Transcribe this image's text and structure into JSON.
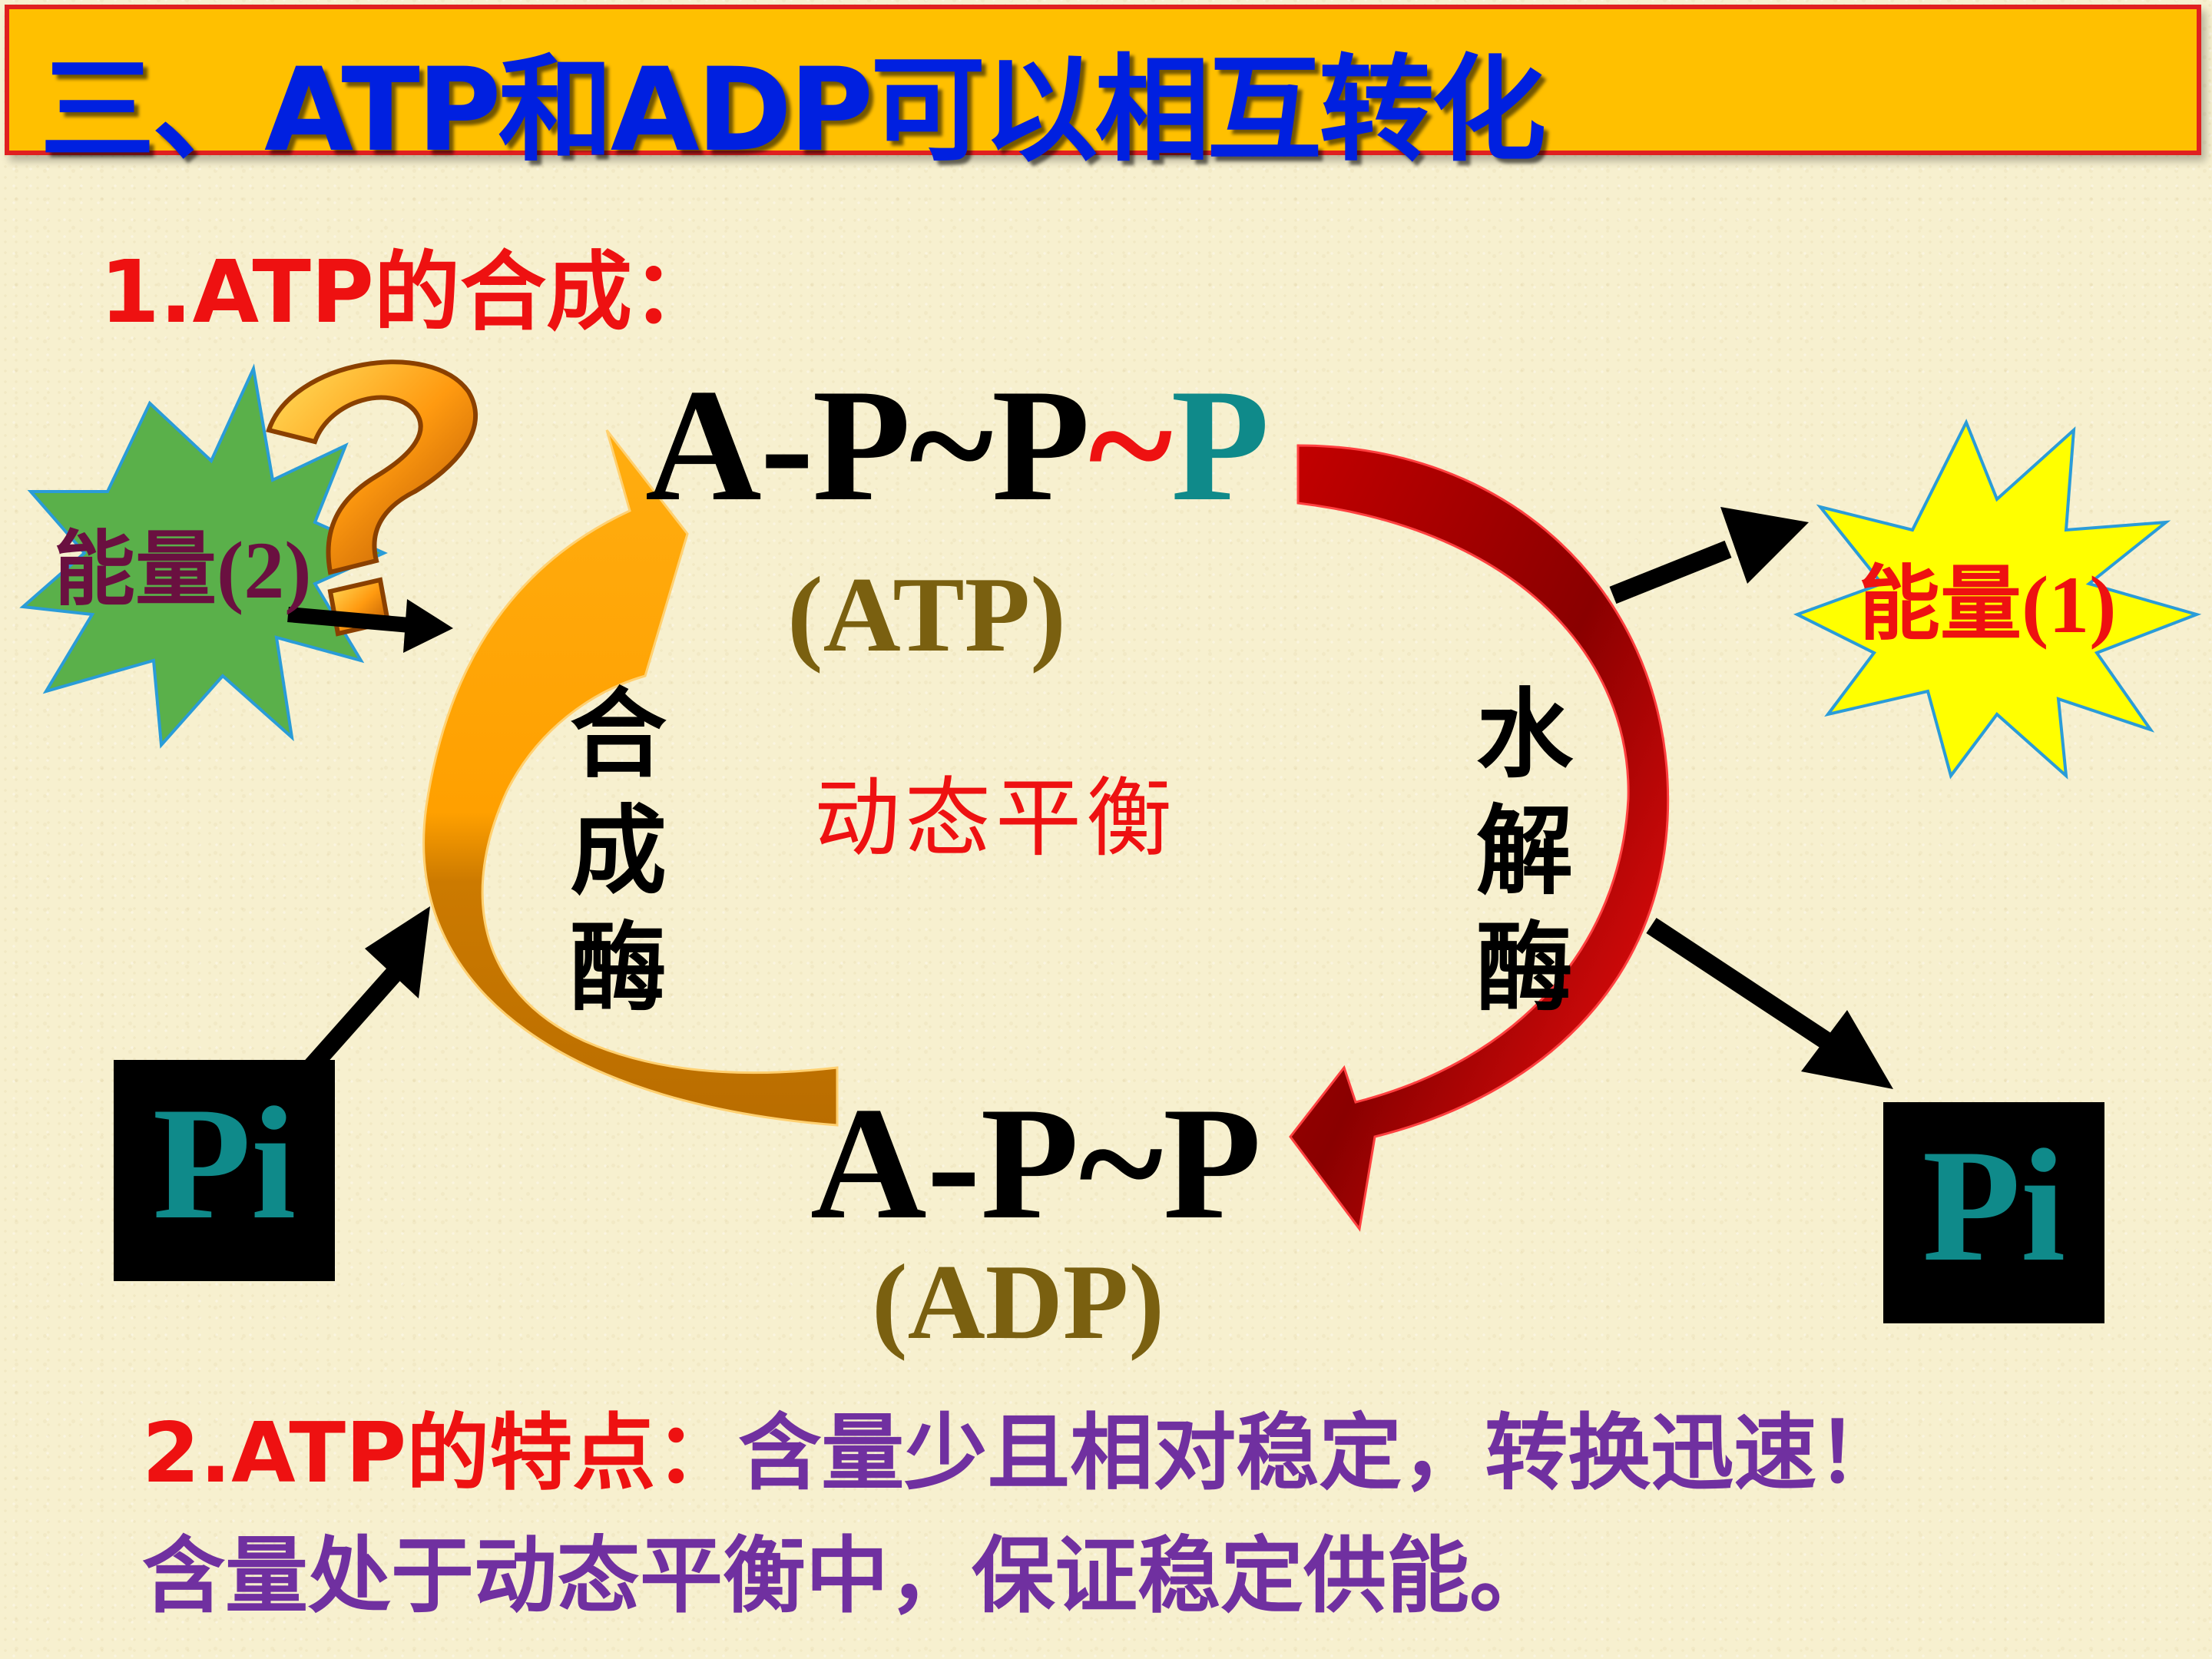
{
  "title": "三、ATP和ADP可以相互转化",
  "heading_synthesis": "1.ATP的合成：",
  "atp": {
    "formula_black": "A-P~P",
    "formula_red_bond": "~",
    "formula_teal_p": "P",
    "label": "(ATP)"
  },
  "adp": {
    "formula": "A-P~P",
    "label": "(ADP)"
  },
  "enzymes": {
    "synthesis": [
      "合",
      "成",
      "酶"
    ],
    "hydrolysis": [
      "水",
      "解",
      "酶"
    ]
  },
  "center_label": "动态平衡",
  "energy_left": {
    "text": "能量",
    "num": "(2)"
  },
  "energy_right": {
    "text": "能量",
    "num": "(1)"
  },
  "pi_left": "Pi",
  "pi_right": "Pi",
  "feature_line": {
    "lead": "2.ATP的特点：",
    "rest": "含量少且相对稳定，转换迅速！"
  },
  "feature_line_2": "含量处于动态平衡中，保证稳定供能。",
  "colors": {
    "title_bg": "#ffc000",
    "title_text": "#0020e0",
    "red": "#ee1111",
    "purple": "#7030a0",
    "teal": "#0f8a8a",
    "olive": "#7a6010",
    "orange_arrow": "#ffa500",
    "dark_orange_arrow": "#c87400",
    "red_arrow": "#e00000"
  },
  "icons": [
    "question-mark-icon",
    "starburst-green-icon",
    "starburst-yellow-icon"
  ]
}
